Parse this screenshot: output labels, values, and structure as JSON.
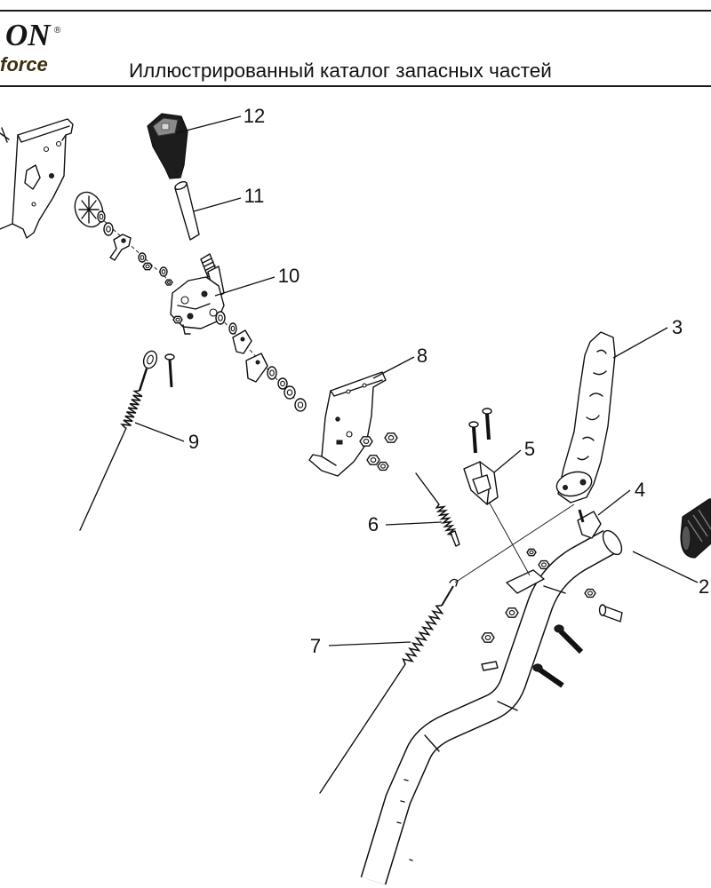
{
  "logo": {
    "mark": "ON",
    "registered": "®",
    "tagline": "force"
  },
  "header": {
    "title": "Иллюстрированный каталог запасных частей"
  },
  "callouts": [
    "12",
    "11",
    "10",
    "9",
    "8",
    "3",
    "5",
    "4",
    "6",
    "2",
    "7"
  ]
}
